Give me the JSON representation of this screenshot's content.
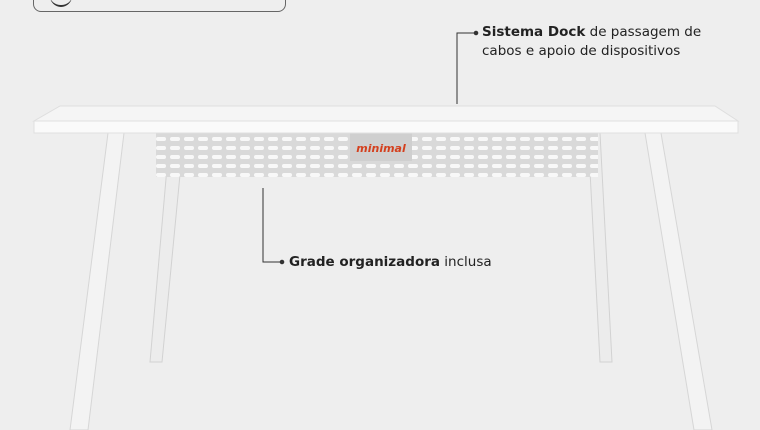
{
  "callouts": {
    "dock": {
      "bold": "Sistema Dock",
      "rest_line1": " de passagem de",
      "line2": "cabos e apoio de dispositivos"
    },
    "grade": {
      "bold": "Grade organizadora",
      "rest": " inclusa"
    }
  },
  "brand": {
    "logo_text": "minimal",
    "logo_color": "#d4401e"
  },
  "colors": {
    "background": "#eeeeee",
    "table": "#f7f7f7"
  }
}
